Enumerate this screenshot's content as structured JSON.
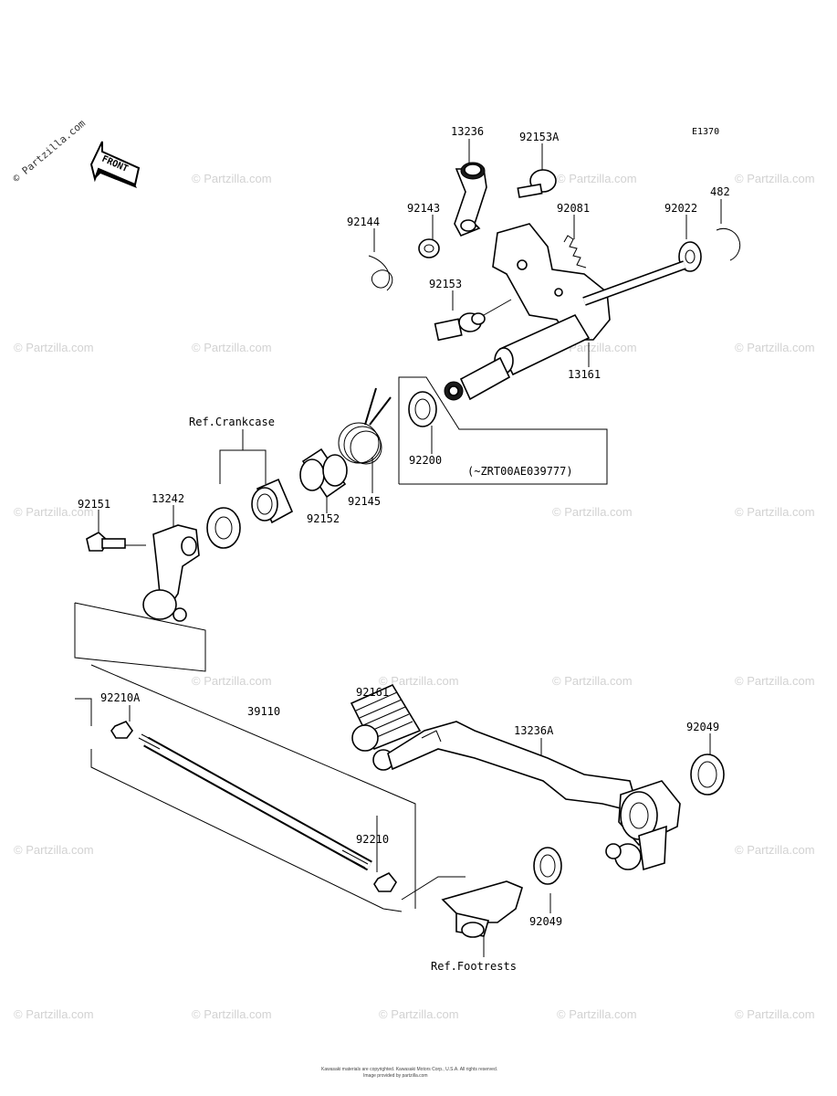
{
  "diagram_code": "E1370",
  "watermark": "© Partzilla.com",
  "front_arrow_text": "FRONT",
  "parts": {
    "p13236": "13236",
    "p92153A": "92153A",
    "p92143": "92143",
    "p92081": "92081",
    "p92022": "92022",
    "p482": "482",
    "p92144": "92144",
    "p92153": "92153",
    "p13161": "13161",
    "p92200": "92200",
    "serial_note": "(~ZRT00AE039777)",
    "p92145": "92145",
    "p92152": "92152",
    "ref_crankcase": "Ref.Crankcase",
    "p92151": "92151",
    "p13242": "13242",
    "p92161": "92161",
    "p92210A": "92210A",
    "p39110": "39110",
    "p13236A": "13236A",
    "p92049_top": "92049",
    "p92210": "92210",
    "p92049_bottom": "92049",
    "ref_footrests": "Ref.Footrests"
  },
  "footer": {
    "line1": "Kawasaki materials are copyrighted. Kawasaki Motors Corp., U.S.A. All rights reserved.",
    "line2": "Image provided by partzilla.com"
  }
}
